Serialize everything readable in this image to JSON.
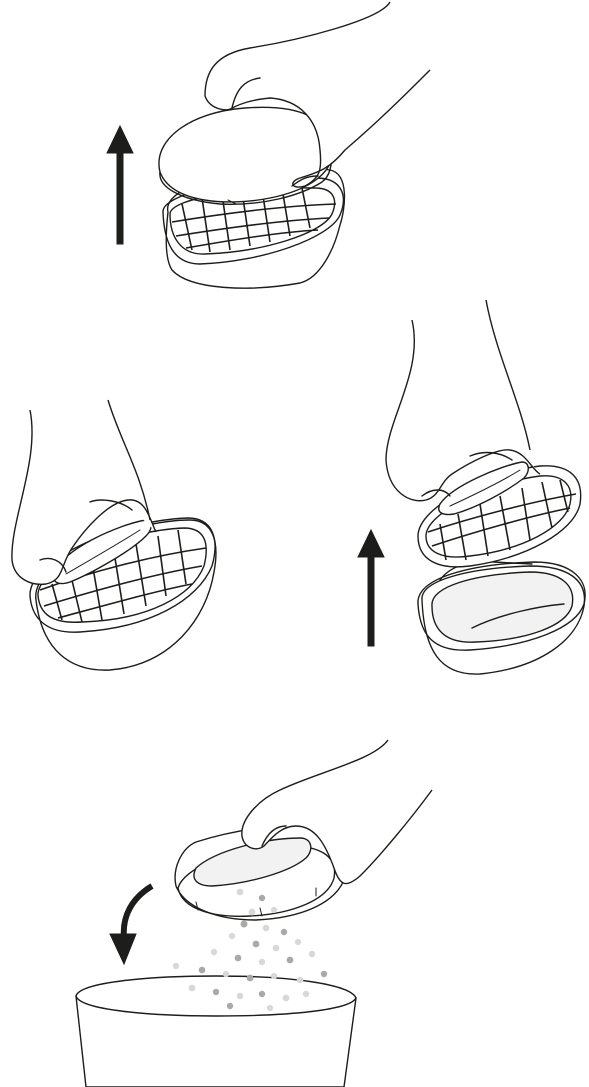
{
  "colors": {
    "line": "#1d1d1b",
    "arrow": "#1d1d1b",
    "particle_light": "#d8d8d8",
    "particle_dark": "#a9a9a9",
    "background": "#ffffff"
  },
  "steps": [
    {
      "icon": "lift-lid-off-tray",
      "arrow": "up-arrow-icon"
    },
    {
      "icon": "grip-grid-handle",
      "arrow": ""
    },
    {
      "icon": "lift-grid-out-of-tray",
      "arrow": "up-arrow-icon"
    },
    {
      "icon": "empty-tray-into-bin",
      "arrow": "curved-pour-arrow-icon"
    }
  ]
}
